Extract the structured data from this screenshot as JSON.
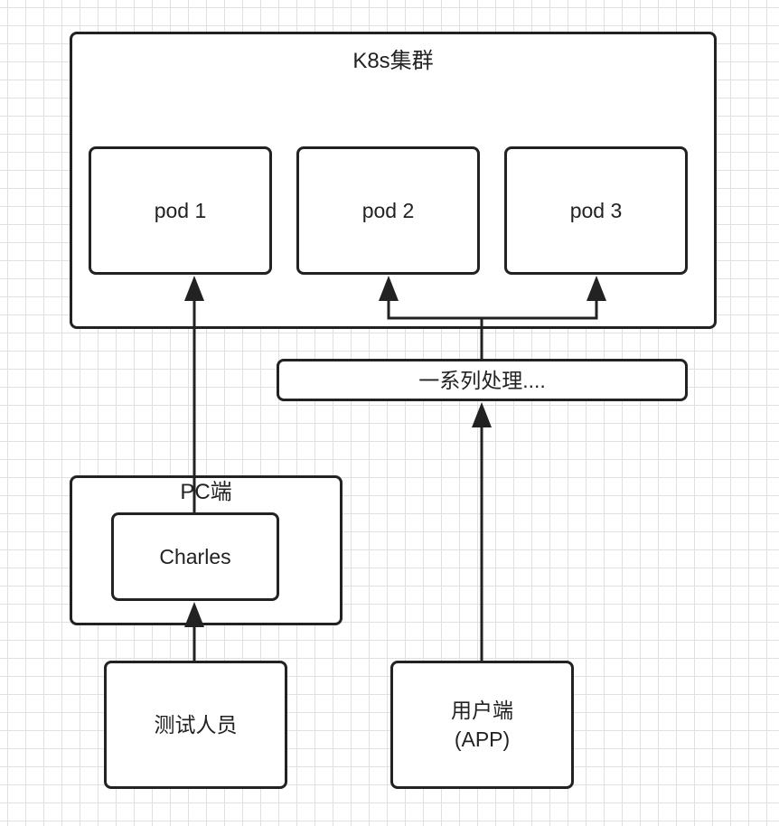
{
  "cluster": {
    "title": "K8s集群"
  },
  "pods": [
    {
      "label": "pod 1"
    },
    {
      "label": "pod 2"
    },
    {
      "label": "pod 3"
    }
  ],
  "process": {
    "label": "一系列处理...."
  },
  "pc": {
    "title": "PC端"
  },
  "charles": {
    "label": "Charles"
  },
  "tester": {
    "label": "测试人员"
  },
  "user": {
    "line1": "用户端",
    "line2": "(APP)"
  },
  "colors": {
    "stroke": "#222222",
    "grid": "#e0e0e0",
    "background": "#ffffff"
  }
}
